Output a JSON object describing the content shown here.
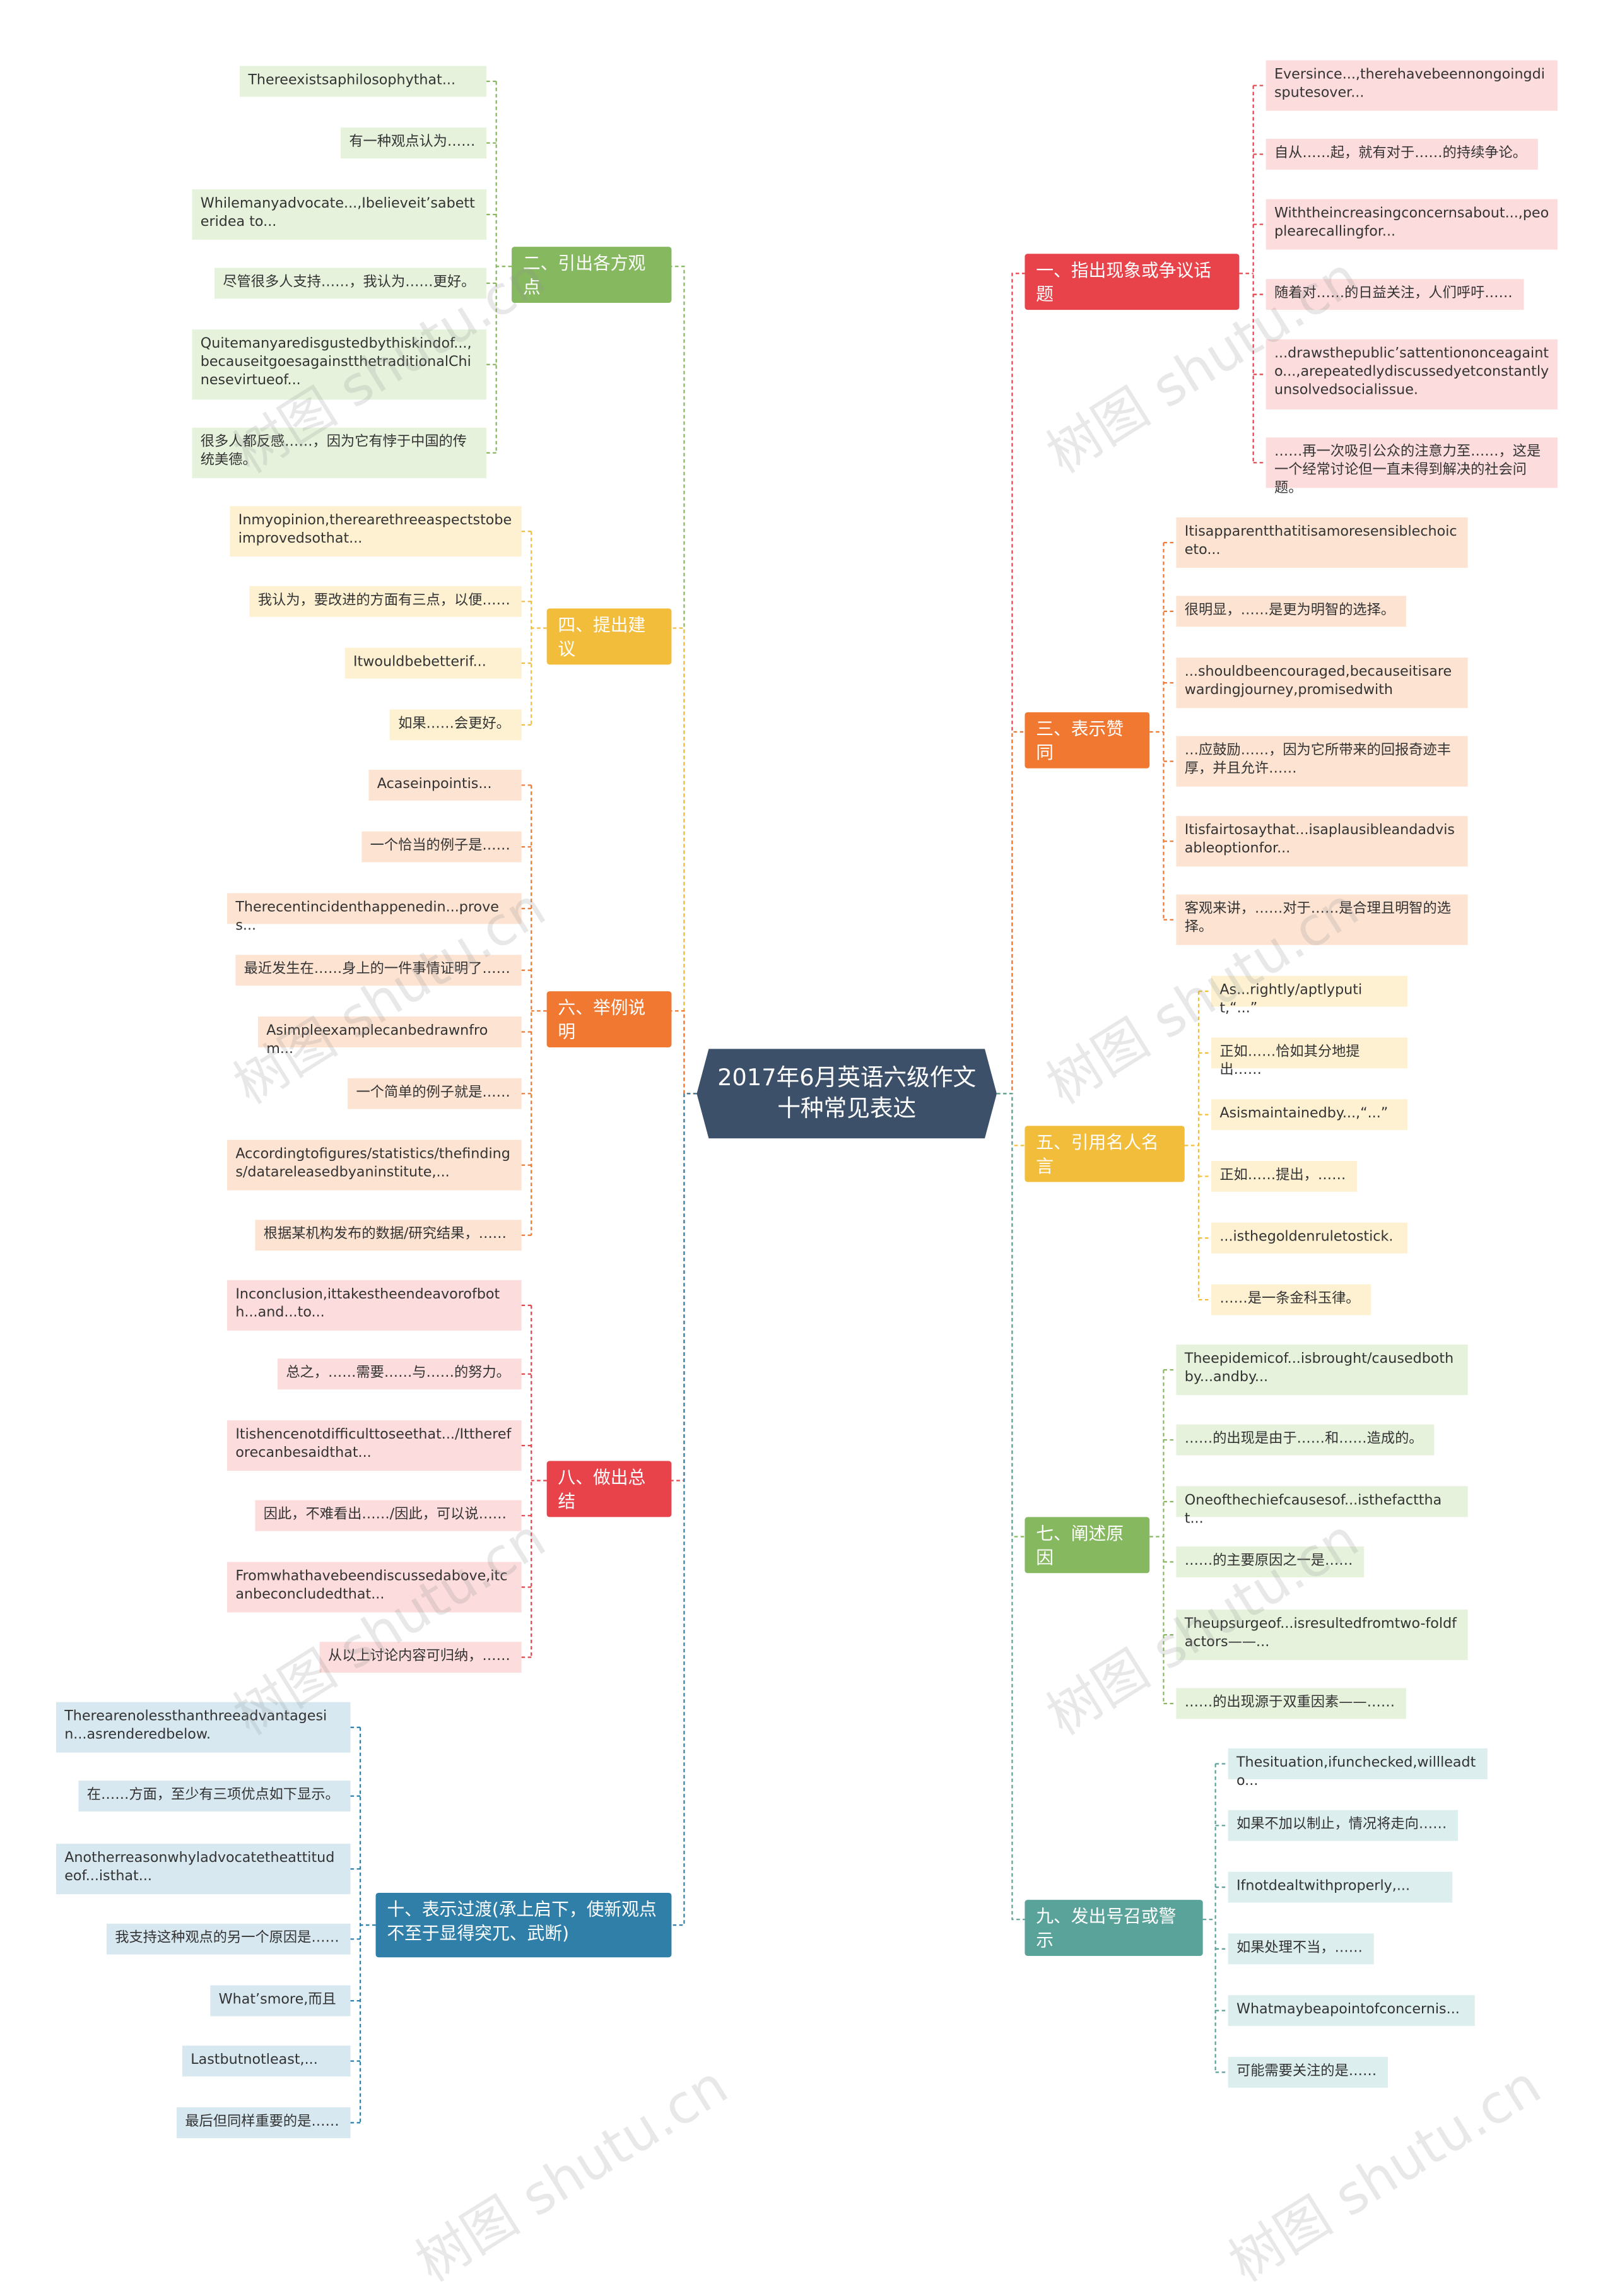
{
  "root": {
    "line1": "2017年6月英语六级作文",
    "line2": "十种常见表达"
  },
  "watermark": "树图 shutu.cn",
  "branches": [
    {
      "label": "一、指出现象或争议话题",
      "color": "#e8434b",
      "leafBg": "#fcdcdc",
      "leaves": [
        "Eversince...,therehavebeennongoingdisputesover...",
        "自从……起，就有对于……的持续争论。",
        "Withtheincreasingconcernsabout...,peoplearecallingfor...",
        "随着对……的日益关注，人们呼吁……",
        "...drawsthepublic’sattentiononceagainto...,arepeatedlydiscussedyetconstantlyunsolvedsocialissue.",
        "……再一次吸引公众的注意力至……，这是一个经常讨论但一直未得到解决的社会问题。"
      ]
    },
    {
      "label": "二、引出各方观点",
      "color": "#86b85f",
      "leafBg": "#e6f2dc",
      "leaves": [
        "Thereexistsaphilosophythat...",
        "有一种观点认为……",
        "Whilemanyadvocate...,Ibelieveit’sabetteridea to...",
        "尽管很多人支持……，我认为……更好。",
        "Quitemanyaredisgustedbythiskindof...,becauseitgoesagainstthetraditionalChinesevirtueof...",
        "很多人都反感……，因为它有悖于中国的传统美德。"
      ]
    },
    {
      "label": "三、表示赞同",
      "color": "#f07830",
      "leafBg": "#fde3d2",
      "leaves": [
        "Itisapparentthatitisamoresensiblechoiceto...",
        "很明显，……是更为明智的选择。",
        "...shouldbeencouraged,becauseitisarewardingjourney,promisedwith",
        "…应鼓励……，因为它所带来的回报奇迹丰厚，并且允许……",
        "Itisfairtosaythat...isaplausibleandadvisableoptionfor...",
        "客观来讲，……对于……是合理且明智的选择。"
      ]
    },
    {
      "label": "四、提出建议",
      "color": "#f3bd3c",
      "leafBg": "#fdf1d2",
      "leaves": [
        "Inmyopinion,therearethreeaspectstobeimprovedsothat...",
        "我认为，要改进的方面有三点，以便……",
        "Itwouldbebetterif...",
        "如果……会更好。"
      ]
    },
    {
      "label": "五、引用名人名言",
      "color": "#f3bd3c",
      "leafBg": "#fdf1d2",
      "leaves": [
        "As...rightly/aptlyputit,“...”",
        "正如……恰如其分地提出……",
        "Asismaintainedby...,“...”",
        "正如……提出，……",
        "...isthegoldenruletostick.",
        "……是一条金科玉律。"
      ]
    },
    {
      "label": "六、举例说明",
      "color": "#f07830",
      "leafBg": "#fde3d2",
      "leaves": [
        "Acaseinpointis...",
        "一个恰当的例子是……",
        "Therecentincidenthappenedin...proves...",
        "最近发生在……身上的一件事情证明了……",
        "Asimpleexamplecanbedrawnfrom...",
        "一个简单的例子就是……",
        "Accordingtofigures/statistics/thefindings/datareleasedbyaninstitute,...",
        "根据某机构发布的数据/研究结果，……"
      ]
    },
    {
      "label": "七、阐述原因",
      "color": "#86b85f",
      "leafBg": "#e6f2dc",
      "leaves": [
        "Theepidemicof...isbrought/causedbothby...andby...",
        "……的出现是由于……和……造成的。",
        "Oneofthechiefcausesof...isthefactthat...",
        "……的主要原因之一是……",
        "Theupsurgeof...isresultedfromtwo-foldfactors——...",
        "……的出现源于双重因素——……"
      ]
    },
    {
      "label": "八、做出总结",
      "color": "#e8434b",
      "leafBg": "#fcdcdc",
      "leaves": [
        "Inconclusion,ittakestheendeavorofboth...and...to...",
        "总之，……需要……与……的努力。",
        "Itishencenotdifficulttoseethat.../Itthereforecanbesaidthat...",
        "因此，不难看出……/因此，可以说……",
        "Fromwhathavebeendiscussedabove,itcanbeconcludedthat...",
        "从以上讨论内容可归纳，……"
      ]
    },
    {
      "label": "九、发出号召或警示",
      "color": "#5aa39a",
      "leafBg": "#dcefee",
      "leaves": [
        "Thesituation,ifunchecked,willleadto...",
        "如果不加以制止，情况将走向……",
        "Ifnotdealtwithproperly,...",
        "如果处理不当，……",
        "Whatmaybeapointofconcernis...",
        "可能需要关注的是……"
      ]
    },
    {
      "label": "十、表示过渡(承上启下，使新观点不至于显得突兀、武断)",
      "color": "#2f7fa8",
      "leafBg": "#d7e8f1",
      "leaves": [
        "Therearenolessthanthreeadvantagesin...asrenderedbelow.",
        "在……方面，至少有三项优点如下显示。",
        "Anotherreasonwhyladvocatetheattitudeof...isthat...",
        "我支持这种观点的另一个原因是……",
        "What’smore,而且",
        "Lastbutnotleast,...",
        "最后但同样重要的是……"
      ]
    }
  ]
}
